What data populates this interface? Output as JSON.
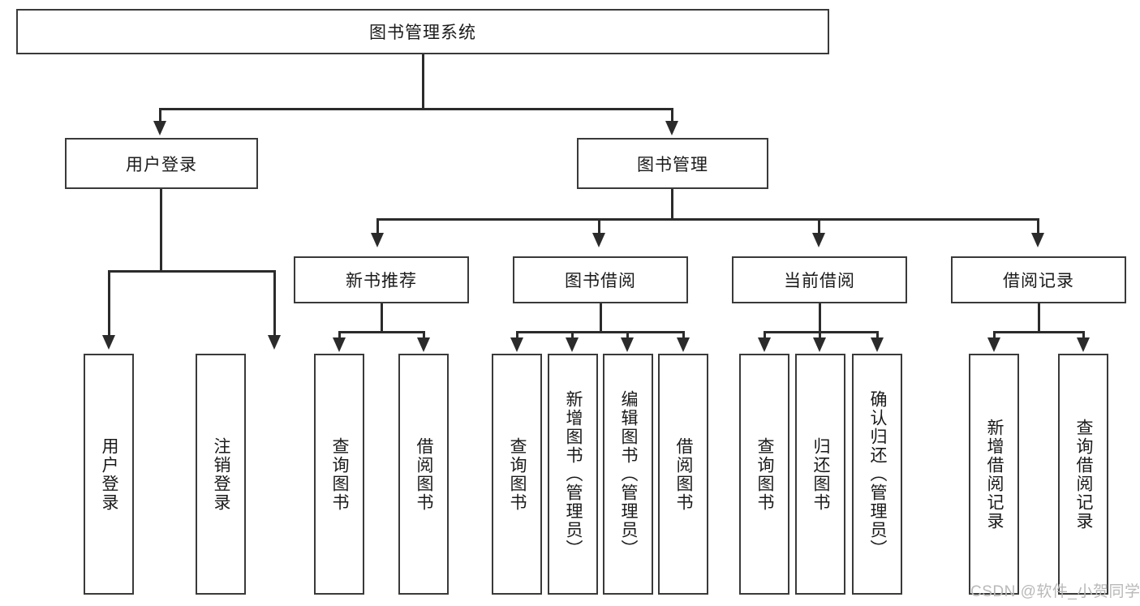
{
  "diagram": {
    "title": "图书管理系统",
    "type": "hierarchy-tree",
    "root": {
      "label": "图书管理系统"
    },
    "level2": [
      {
        "id": "user-login",
        "label": "用户登录"
      },
      {
        "id": "book-manage",
        "label": "图书管理"
      }
    ],
    "level3": [
      {
        "id": "new-book-recommend",
        "label": "新书推荐"
      },
      {
        "id": "book-borrow",
        "label": "图书借阅"
      },
      {
        "id": "current-borrow",
        "label": "当前借阅"
      },
      {
        "id": "borrow-record",
        "label": "借阅记录"
      }
    ],
    "leaves": {
      "user_login": [
        {
          "id": "leaf-user-login",
          "label": "用户登录"
        },
        {
          "id": "leaf-logout-login",
          "label": "注销登录"
        }
      ],
      "new_book_recommend": [
        {
          "id": "leaf-query-book-1",
          "label": "查询图书"
        },
        {
          "id": "leaf-borrow-book-1",
          "label": "借阅图书"
        }
      ],
      "book_borrow": [
        {
          "id": "leaf-query-book-2",
          "label": "查询图书"
        },
        {
          "id": "leaf-add-book",
          "label": "新增图书（管理员）"
        },
        {
          "id": "leaf-edit-book",
          "label": "编辑图书（管理员）"
        },
        {
          "id": "leaf-borrow-book-2",
          "label": "借阅图书"
        }
      ],
      "current_borrow": [
        {
          "id": "leaf-query-book-3",
          "label": "查询图书"
        },
        {
          "id": "leaf-return-book",
          "label": "归还图书"
        },
        {
          "id": "leaf-confirm-return",
          "label": "确认归还（管理员）"
        }
      ],
      "borrow_record": [
        {
          "id": "leaf-add-record",
          "label": "新增借阅记录"
        },
        {
          "id": "leaf-query-record",
          "label": "查询借阅记录"
        }
      ]
    }
  },
  "watermark": {
    "text": "CSDN @软件_小贺同学"
  },
  "colors": {
    "box_border": "#3a3a3a",
    "line": "#2b2b2b",
    "text": "#1a1a1a",
    "background": "#ffffff",
    "watermark": "#b9b9b9"
  }
}
